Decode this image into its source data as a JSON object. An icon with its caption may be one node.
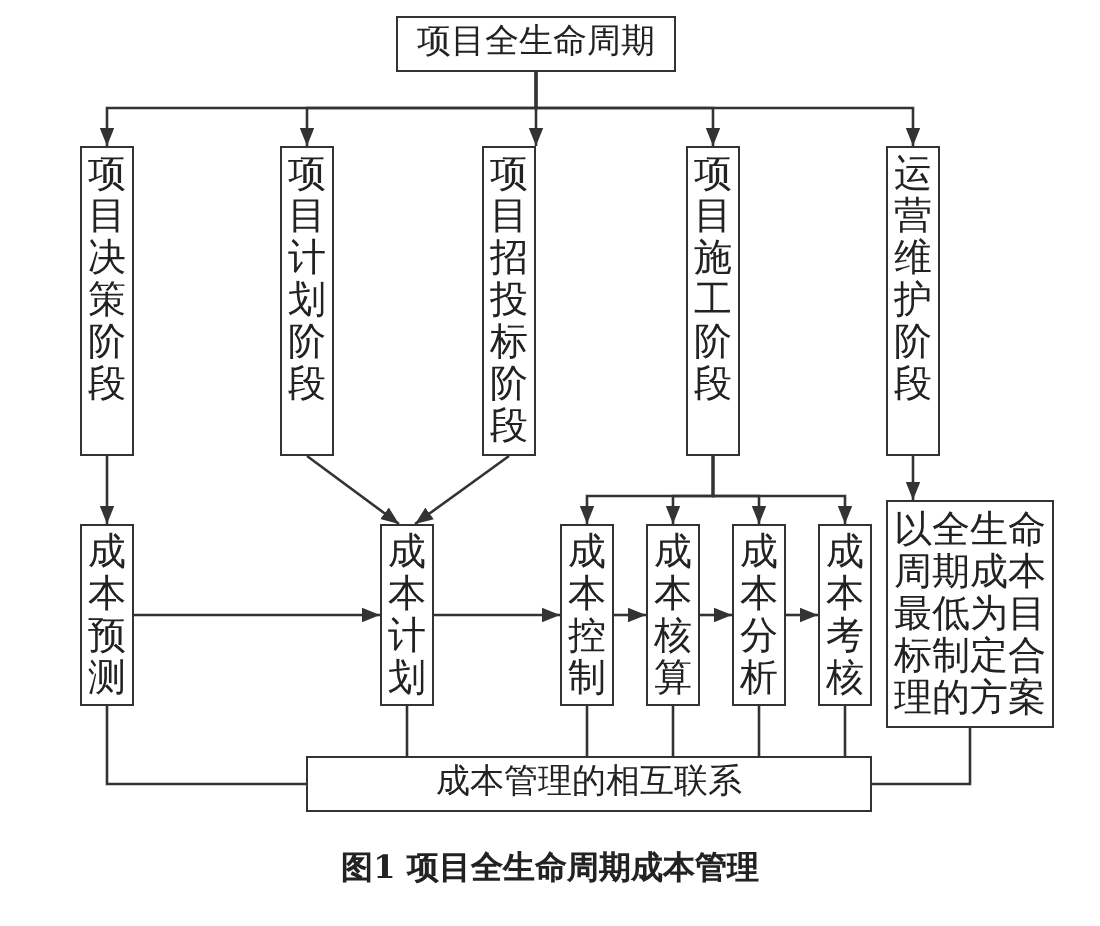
{
  "diagram": {
    "caption": "图1 项目全生命周期成本管理",
    "nodes": [
      {
        "text": [
          "项目全生命周期"
        ]
      },
      {
        "text": [
          "项目决策阶段"
        ]
      },
      {
        "text": [
          "项目计划阶段"
        ]
      },
      {
        "text": [
          "项目招投标阶段"
        ]
      },
      {
        "text": [
          "项目施工阶段"
        ]
      },
      {
        "text": [
          "运营维护阶段"
        ]
      },
      {
        "text": [
          "成本预测"
        ]
      },
      {
        "text": [
          "成本计划"
        ]
      },
      {
        "text": [
          "成本控制"
        ]
      },
      {
        "text": [
          "成本核算"
        ]
      },
      {
        "text": [
          "成本分析"
        ]
      },
      {
        "text": [
          "成本考核"
        ]
      },
      {
        "text": [
          "以全生命周期成本最低为目标制定合理的方案"
        ]
      },
      {
        "text": [
          "成本管理的相互联系"
        ]
      }
    ],
    "edges": [
      {
        "from": 0,
        "to": 1,
        "arrow": "to"
      },
      {
        "from": 0,
        "to": 2,
        "arrow": "to"
      },
      {
        "from": 0,
        "to": 3,
        "arrow": "to"
      },
      {
        "from": 0,
        "to": 4,
        "arrow": "to"
      },
      {
        "from": 0,
        "to": 5,
        "arrow": "to"
      },
      {
        "from": 1,
        "to": 6,
        "arrow": "to"
      },
      {
        "from": 2,
        "to": 7,
        "arrow": "to"
      },
      {
        "from": 3,
        "to": 7,
        "arrow": "to"
      },
      {
        "from": 4,
        "to": 8,
        "arrow": "to"
      },
      {
        "from": 4,
        "to": 9,
        "arrow": "to"
      },
      {
        "from": 4,
        "to": 10,
        "arrow": "to"
      },
      {
        "from": 4,
        "to": 11,
        "arrow": "to"
      },
      {
        "from": 5,
        "to": 12,
        "arrow": "to"
      },
      {
        "from": 6,
        "to": 7,
        "arrow": "to"
      },
      {
        "from": 7,
        "to": 8,
        "arrow": "to"
      },
      {
        "from": 8,
        "to": 9,
        "arrow": "to"
      },
      {
        "from": 9,
        "to": 10,
        "arrow": "to"
      },
      {
        "from": 10,
        "to": 11,
        "arrow": "to"
      },
      {
        "from": 6,
        "to": 13,
        "arrow": "none"
      },
      {
        "from": 7,
        "to": 13,
        "arrow": "none"
      },
      {
        "from": 8,
        "to": 13,
        "arrow": "none"
      },
      {
        "from": 9,
        "to": 13,
        "arrow": "none"
      },
      {
        "from": 10,
        "to": 13,
        "arrow": "none"
      },
      {
        "from": 11,
        "to": 13,
        "arrow": "none"
      },
      {
        "from": 12,
        "to": 13,
        "arrow": "none"
      }
    ]
  }
}
